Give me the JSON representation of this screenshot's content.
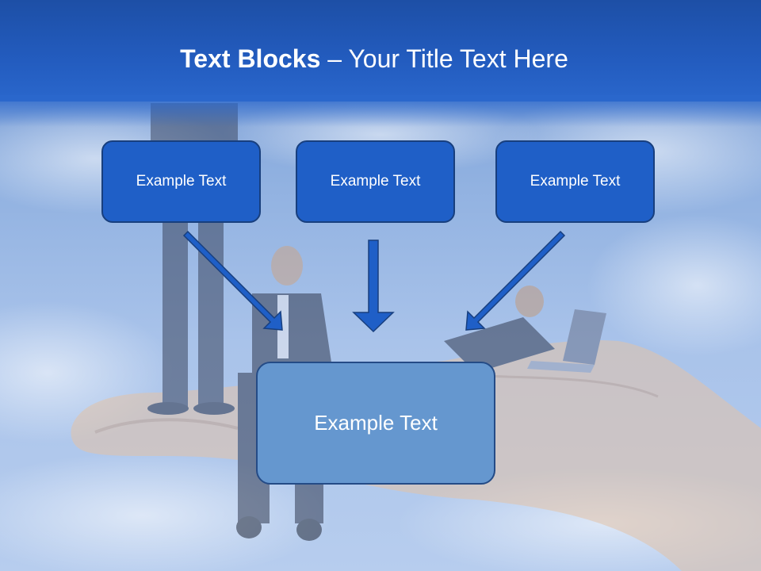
{
  "slide": {
    "title_bold": "Text Blocks",
    "title_rest": " – Your Title Text Here",
    "boxes": [
      {
        "label": "Example Text"
      },
      {
        "label": "Example Text"
      },
      {
        "label": "Example Text"
      }
    ],
    "center_box": {
      "label": "Example Text"
    }
  },
  "colors": {
    "header": "#235cbf",
    "box_fill": "#1f5fc7",
    "box_border": "#183f7e",
    "center_fill": "#6597cf",
    "arrow": "#1f5fc7"
  }
}
